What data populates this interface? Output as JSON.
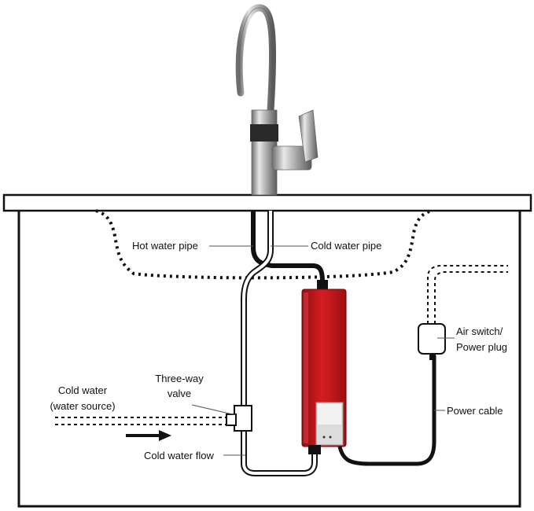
{
  "labels": {
    "hot_water_pipe": "Hot water pipe",
    "cold_water_pipe": "Cold water pipe",
    "three_way_valve_line1": "Three-way",
    "three_way_valve_line2": "valve",
    "cold_water_line1": "Cold water",
    "cold_water_line2": "(water source)",
    "cold_water_flow": "Cold water flow",
    "air_switch_line1": "Air switch/",
    "air_switch_line2": "Power plug",
    "power_cable": "Power cable"
  },
  "colors": {
    "heater_body": "#c4161c",
    "heater_panel": "#d9d9d9",
    "pipe_black": "#111111",
    "cabinet_outline": "#111111",
    "faucet_chrome": "#b8b8b8"
  }
}
